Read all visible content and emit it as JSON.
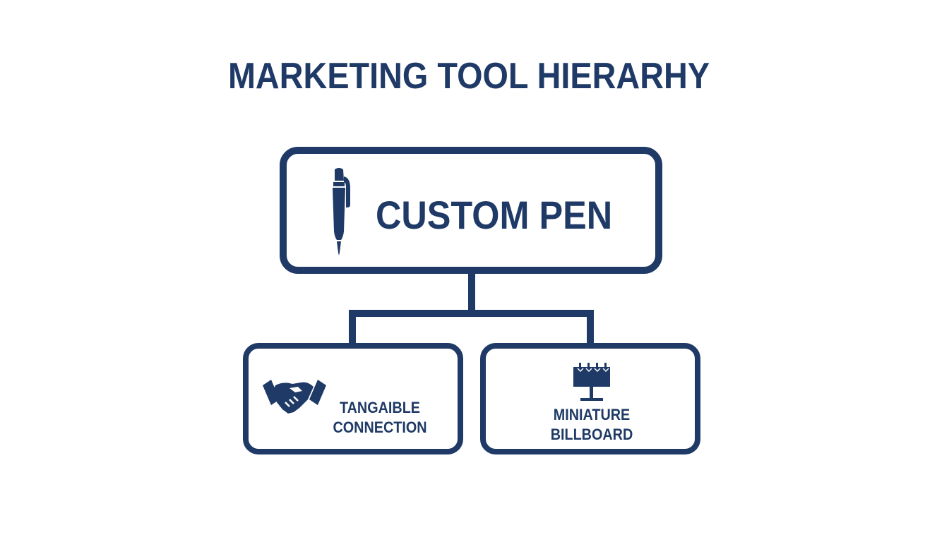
{
  "title": "MARKETING TOOL HIERARHY",
  "colors": {
    "primary": "#1f3a66",
    "background": "#ffffff"
  },
  "root": {
    "label": "CUSTOM PEN",
    "icon": "pen-icon"
  },
  "children": [
    {
      "line1": "TANGAIBLE",
      "line2": "CONNECTION",
      "icon": "handshake-icon"
    },
    {
      "line1": "MINIATURE",
      "line2": "BILLBOARD",
      "icon": "billboard-icon"
    }
  ]
}
